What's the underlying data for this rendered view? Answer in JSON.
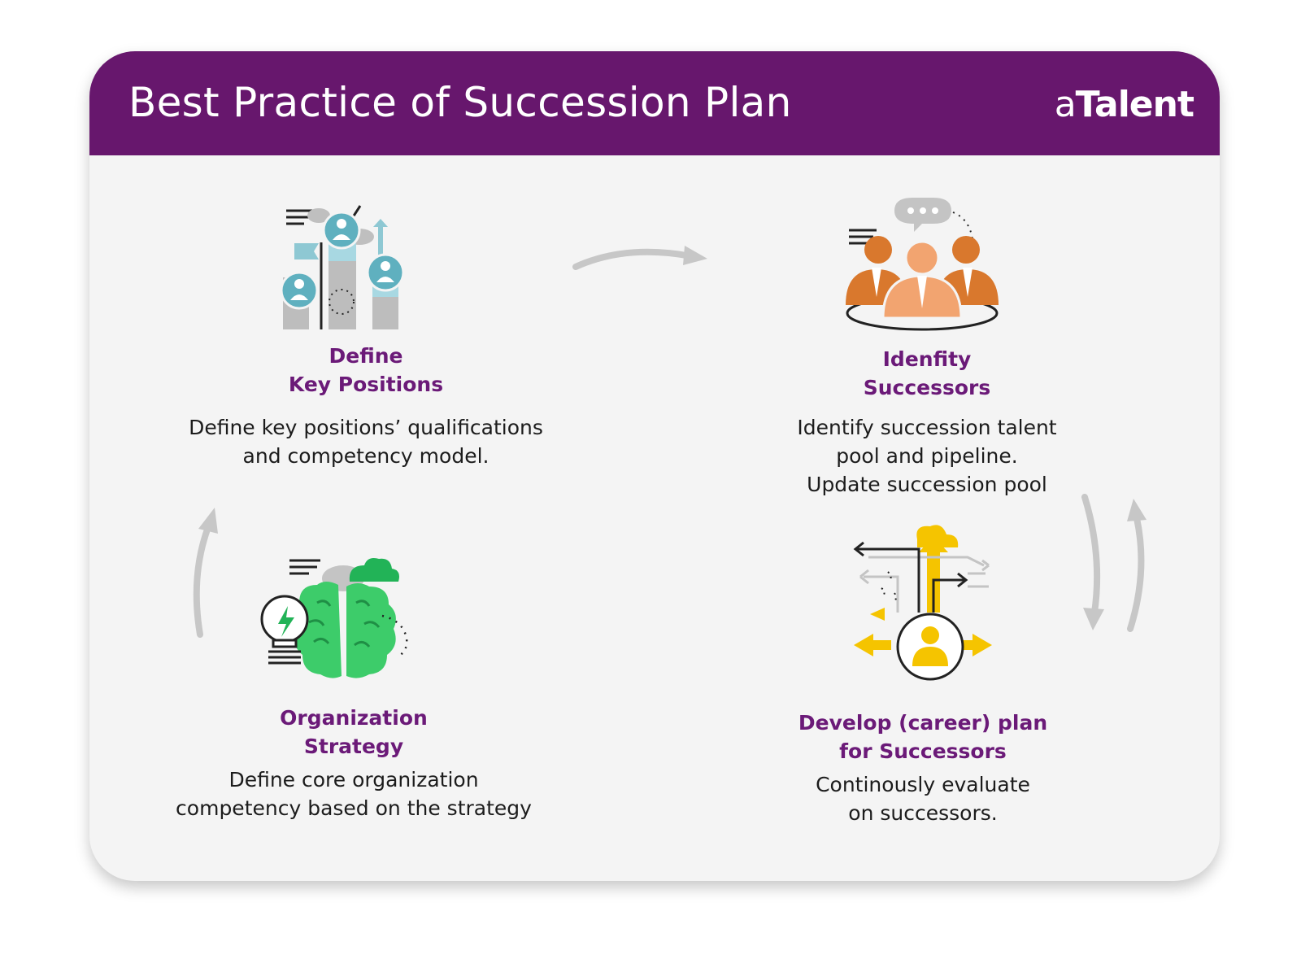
{
  "header": {
    "title": "Best Practice of Succession Plan",
    "brand_prefix": "a",
    "brand_suffix": "Talent"
  },
  "colors": {
    "header_bg": "#67176d",
    "title_purple": "#6b1a78",
    "card_bg": "#f4f4f4",
    "teal": "#5fb0bf",
    "orange": "#d9782d",
    "green": "#3dcc6a",
    "yellow": "#f5c400",
    "arrow_gray": "#c7c7c7"
  },
  "steps": {
    "define": {
      "title_line1": "Define",
      "title_line2": "Key Positions",
      "desc_line1": "Define key positions’ qualifications",
      "desc_line2": "and competency model.",
      "icon": "key-positions-icon"
    },
    "identify": {
      "title_line1": "Idenfity",
      "title_line2": "Successors",
      "desc_line1": "Identify succession talent",
      "desc_line2": "pool and pipeline.",
      "desc_line3": "Update succession pool",
      "icon": "successors-group-icon"
    },
    "develop": {
      "title_line1": "Develop (career) plan",
      "title_line2": "for Successors",
      "desc_line1": "Continously evaluate",
      "desc_line2": "on successors.",
      "icon": "career-paths-icon"
    },
    "strategy": {
      "title_line1": "Organization",
      "title_line2": "Strategy",
      "desc_line1": "Define core organization",
      "desc_line2": "competency based on the strategy",
      "icon": "brain-lightbulb-icon"
    }
  }
}
